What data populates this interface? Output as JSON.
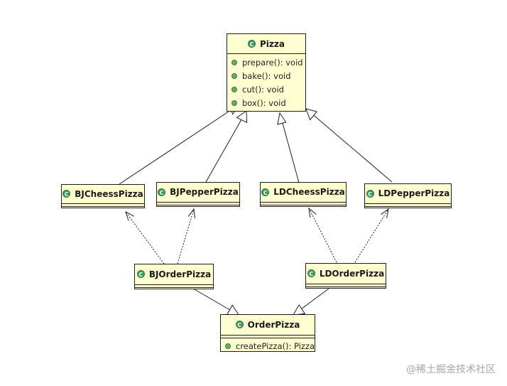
{
  "classes": {
    "pizza": {
      "name": "Pizza",
      "methods": [
        "prepare(): void",
        "bake(): void",
        "cut(): void",
        "box(): void"
      ]
    },
    "bj_cheess": {
      "name": "BJCheessPizza"
    },
    "bj_pepper": {
      "name": "BJPepperPizza"
    },
    "ld_cheess": {
      "name": "LDCheessPizza"
    },
    "ld_pepper": {
      "name": "LDPepperPizza"
    },
    "bj_order": {
      "name": "BJOrderPizza"
    },
    "ld_order": {
      "name": "LDOrderPizza"
    },
    "order": {
      "name": "OrderPizza",
      "methods": [
        "createPizza(): Pizza"
      ]
    }
  },
  "icons": {
    "class": "class-icon",
    "method": "method-icon"
  },
  "colors": {
    "class_fill": "#fefed0",
    "class_icon": "#3c9b5a",
    "line": "#1e1e1e"
  },
  "watermark": "@稀土掘金技术社区"
}
